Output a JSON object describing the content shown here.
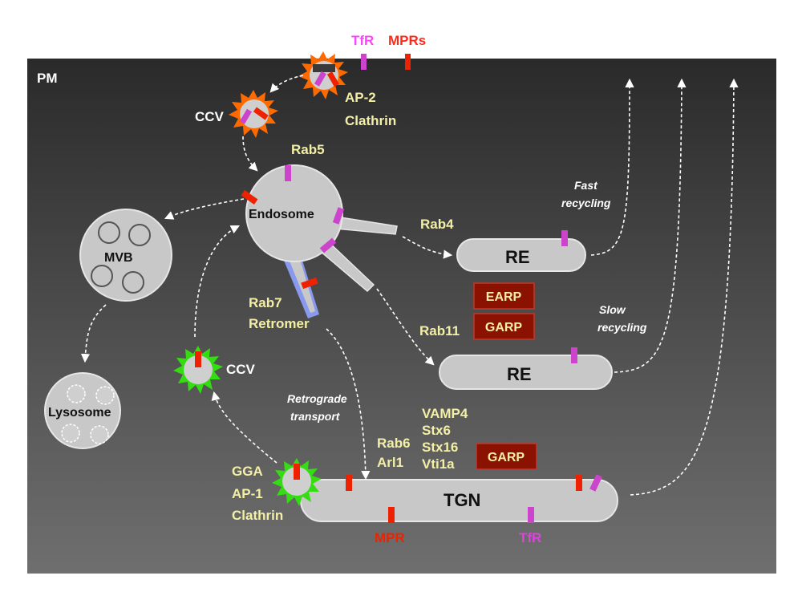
{
  "labels": {
    "pm": "PM",
    "tfr_top": "TfR",
    "mprs_top": "MPRs",
    "ap2": "AP-2",
    "clathrin_top": "Clathrin",
    "ccv_top": "CCV",
    "rab5": "Rab5",
    "endosome": "Endosome",
    "mvb": "MVB",
    "lysosome": "Lysosome",
    "rab7": "Rab7",
    "retromer": "Retromer",
    "rab4": "Rab4",
    "fast_recycling_1": "Fast",
    "fast_recycling_2": "recycling",
    "re_fast": "RE",
    "earp": "EARP",
    "garp_re": "GARP",
    "slow_recycling_1": "Slow",
    "slow_recycling_2": "recycling",
    "rab11": "Rab11",
    "re_slow": "RE",
    "ccv_left": "CCV",
    "retrograde_1": "Retrograde",
    "retrograde_2": "transport",
    "vamp4": "VAMP4",
    "stx6": "Stx6",
    "stx16": "Stx16",
    "vti1a": "Vti1a",
    "rab6": "Rab6",
    "arl1": "Arl1",
    "garp_tgn": "GARP",
    "gga": "GGA",
    "ap1": "AP-1",
    "clathrin_bottom": "Clathrin",
    "tgn": "TGN",
    "mpr_bottom": "MPR",
    "tfr_bottom": "TfR"
  },
  "colors": {
    "tfr": "#cc44cc",
    "mpr": "#ee2200",
    "label_yellow": "#f3efa6",
    "box_red": "#8b1200",
    "coat_orange": "#ff6a00",
    "coat_green": "#33dd11",
    "retromer_blue": "#6688ee",
    "organelle_gray": "#c8c8c8"
  }
}
